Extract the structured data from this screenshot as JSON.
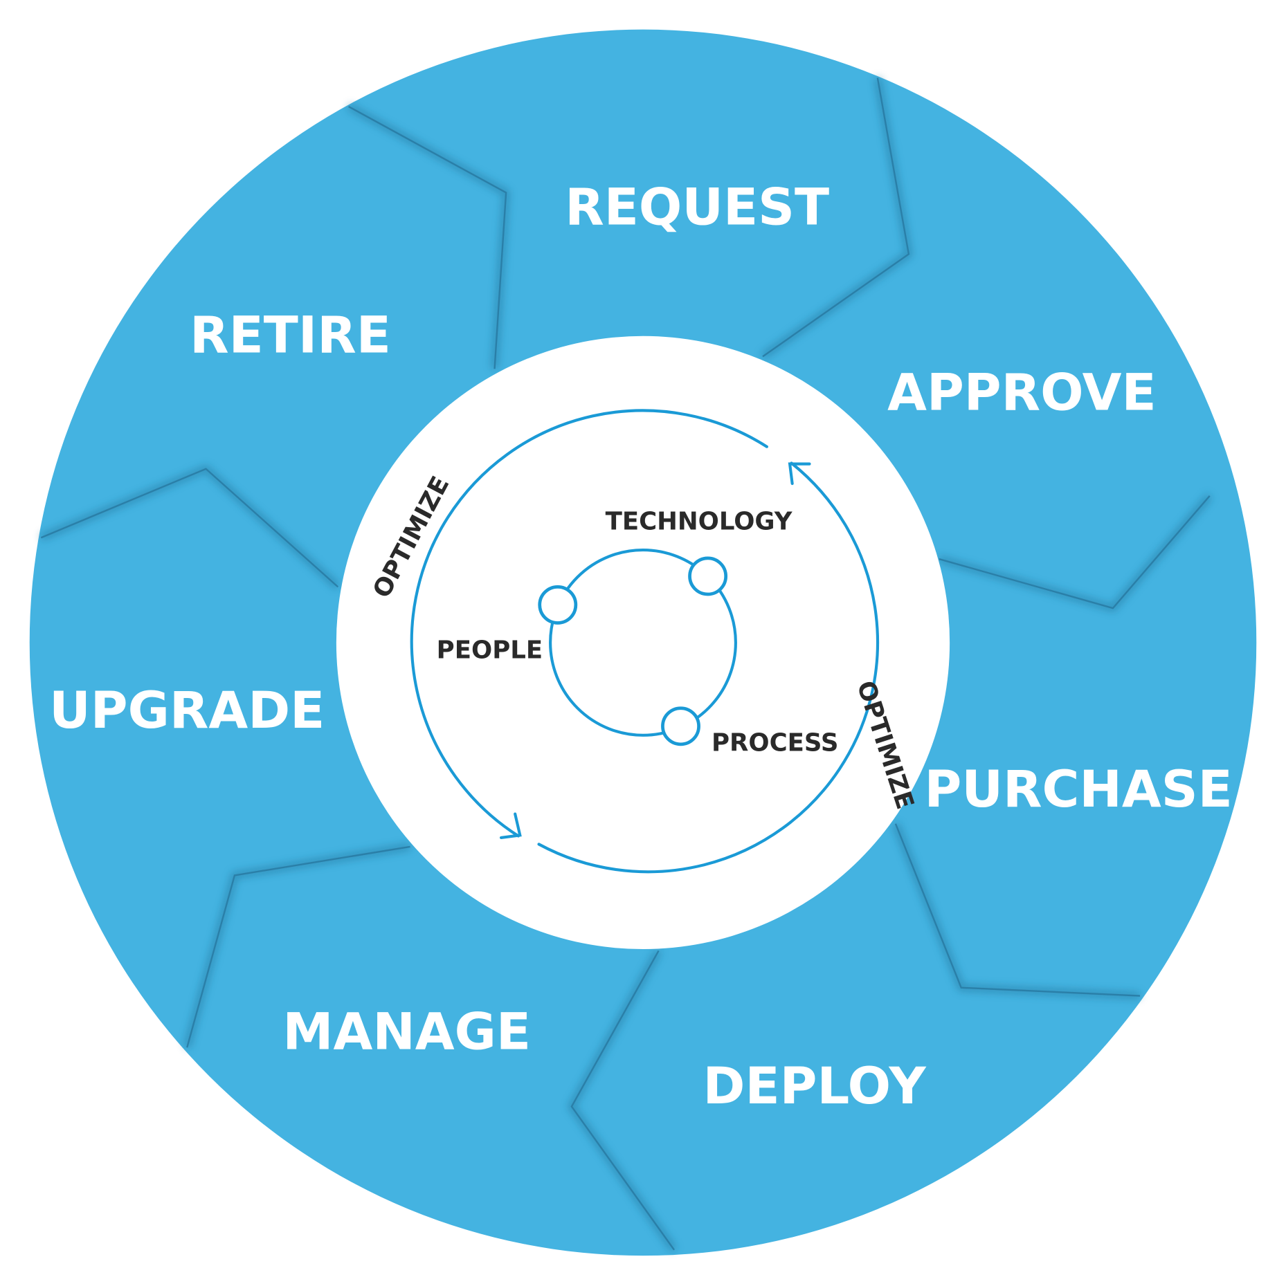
{
  "colors": {
    "ring": "#44b3e1",
    "accent": "#1a9ad6",
    "inner_text": "#2a2a2a"
  },
  "stages": [
    "REQUEST",
    "APPROVE",
    "PURCHASE",
    "DEPLOY",
    "MANAGE",
    "UPGRADE",
    "RETIRE"
  ],
  "optimize_labels": [
    "OPTIMIZE",
    "OPTIMIZE"
  ],
  "core": {
    "technology": "TECHNOLOGY",
    "people": "PEOPLE",
    "process": "PROCESS"
  }
}
